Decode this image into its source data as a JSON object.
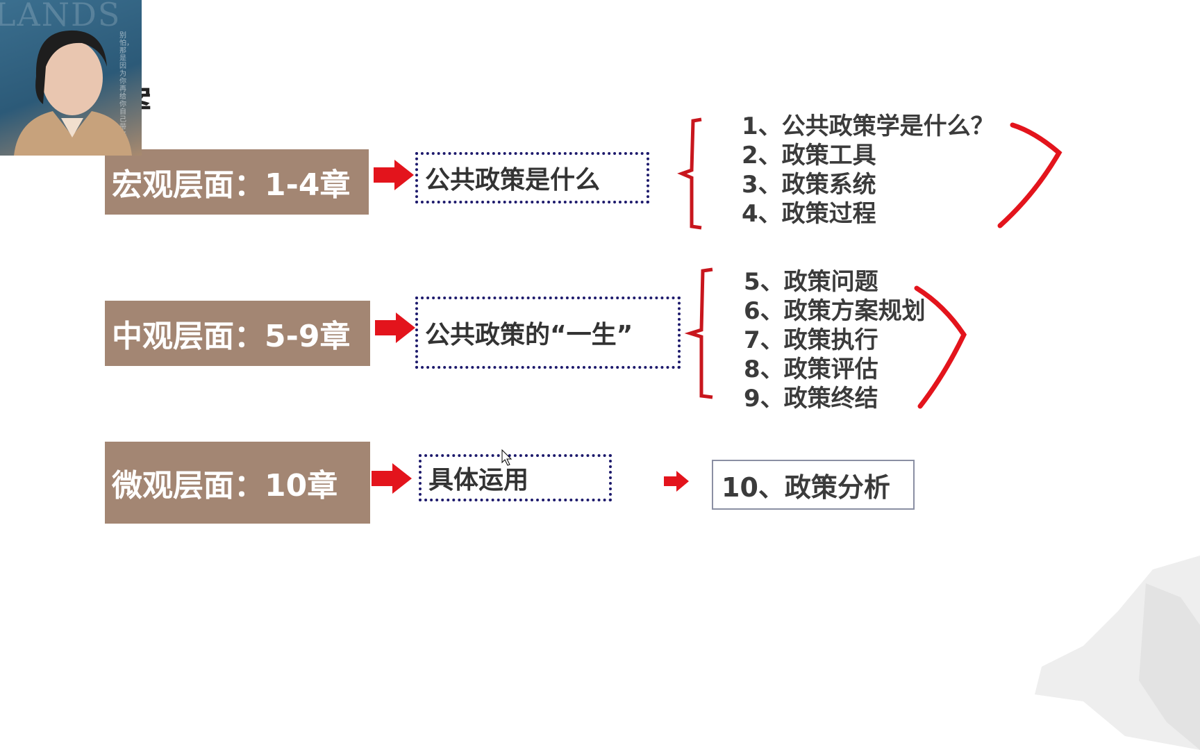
{
  "webcam": {
    "background_text": "LANDS",
    "vertical_text": "别怕，那是因为你再给你自己带来更好的"
  },
  "rows": [
    {
      "level_label": "宏观层面：1-4章",
      "description": "公共政策是什么",
      "chapters": [
        "1、公共政策学是什么？",
        "2、政策工具",
        "3、政策系统",
        "4、政策过程"
      ]
    },
    {
      "level_label": "中观层面：5-9章",
      "description": "公共政策的“一生”",
      "chapters": [
        "5、政策问题",
        "6、政策方案规划",
        "7、政策执行",
        "8、政策评估",
        "9、政策终结"
      ]
    },
    {
      "level_label": "微观层面：10章",
      "description": "具体运用",
      "result": "10、政策分析"
    }
  ],
  "colors": {
    "level_bg": "#a38673",
    "dotted_border": "#1d1a6c",
    "arrow": "#e3141c",
    "bracket": "#c8161d",
    "annotation": "#e3141c"
  },
  "icons": {
    "arrow": "right-arrow-icon",
    "cursor": "mouse-pointer-icon",
    "watermark": "bull-watermark-icon"
  }
}
